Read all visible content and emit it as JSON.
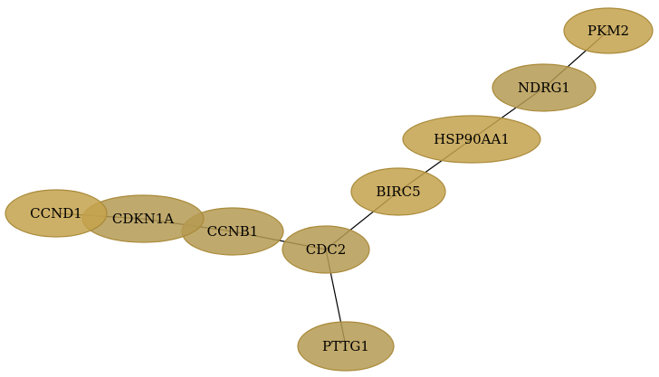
{
  "graph": {
    "node_fill": "#c4a24c",
    "node_fill_alt": "#b59a52",
    "node_stroke": "#a98a3a",
    "nodes": [
      {
        "id": "PKM2",
        "label": "PKM2",
        "shade": "light"
      },
      {
        "id": "NDRG1",
        "label": "NDRG1",
        "shade": "dark"
      },
      {
        "id": "HSP90AA1",
        "label": "HSP90AA1",
        "shade": "light"
      },
      {
        "id": "BIRC5",
        "label": "BIRC5",
        "shade": "light"
      },
      {
        "id": "CDC2",
        "label": "CDC2",
        "shade": "dark"
      },
      {
        "id": "PTTG1",
        "label": "PTTG1",
        "shade": "dark"
      },
      {
        "id": "CCNB1",
        "label": "CCNB1",
        "shade": "dark"
      },
      {
        "id": "CDKN1A",
        "label": "CDKN1A",
        "shade": "dark"
      },
      {
        "id": "CCND1",
        "label": "CCND1",
        "shade": "light"
      }
    ],
    "edges": [
      {
        "source": "PKM2",
        "target": "NDRG1"
      },
      {
        "source": "NDRG1",
        "target": "HSP90AA1"
      },
      {
        "source": "HSP90AA1",
        "target": "BIRC5"
      },
      {
        "source": "BIRC5",
        "target": "CDC2"
      },
      {
        "source": "CDC2",
        "target": "PTTG1"
      },
      {
        "source": "CDC2",
        "target": "CCNB1"
      },
      {
        "source": "CCNB1",
        "target": "CDKN1A"
      },
      {
        "source": "CDKN1A",
        "target": "CCND1"
      }
    ]
  }
}
